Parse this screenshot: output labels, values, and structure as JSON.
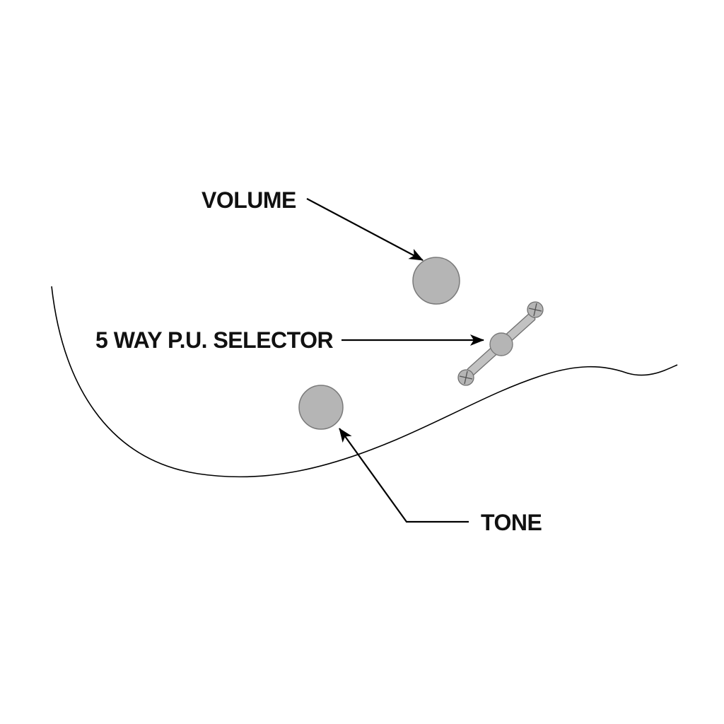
{
  "diagram": {
    "type": "guitar-controls-diagram",
    "labels": {
      "volume": "VOLUME",
      "selector": "5 WAY P.U. SELECTOR",
      "tone": "TONE"
    },
    "components": {
      "volume_knob": "volume knob",
      "tone_knob": "tone knob",
      "selector_switch": "5-way pickup selector switch"
    },
    "colors": {
      "background": "#ffffff",
      "knob_fill": "#b5b5b5",
      "knob_stroke": "#7a7a7a",
      "lever_fill": "#c2c2c2",
      "line": "#000000",
      "text": "#111111"
    }
  }
}
